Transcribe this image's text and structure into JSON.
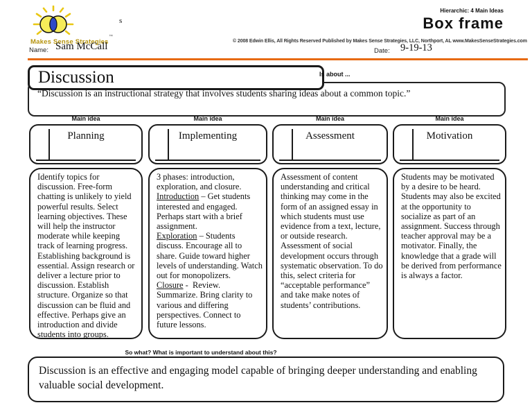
{
  "colors": {
    "accent_orange": "#e7690f",
    "brand_gold": "#b5930e",
    "logo_yellow": "#e9c713",
    "logo_blue": "#2d49c8"
  },
  "header": {
    "brand": "Makes Sense Strategies",
    "tm_symbol": "™",
    "stray_character": "s",
    "hierarchic_label": "Hierarchic: 4 Main Ideas",
    "template_title": "Box frame",
    "copyright": "© 2008 Edwin Ellis, All Rights Reserved   Published by Makes Sense Strategies, LLC, Northport, AL   www.MakesSenseStrategies.com",
    "name_label": "Name:",
    "name_value": "Sam McCall",
    "date_label": "Date:",
    "date_value": "9-19-13"
  },
  "title_section": {
    "topic": "Discussion",
    "is_about_label": "Is about ...",
    "definition": "“Discussion is an instructional strategy that involves students sharing ideas about a common topic.”"
  },
  "main_idea_label": "Main idea",
  "columns": [
    {
      "title": "Planning",
      "details": [
        {
          "t": "Identify topics for discussion. Free-form chatting is unlikely to yield powerful results. Select learning objectives. These will help the instructor moderate while keeping track of learning progress. Establishing background is essential. Assign research or deliver a lecture prior to discussion. Establish structure. Organize so that discussion can be fluid and effective. Perhaps give an introduction and divide students into groups."
        }
      ]
    },
    {
      "title": "Implementing",
      "details": [
        {
          "t": "3 phases: introduction, exploration, and closure.\n"
        },
        {
          "t": "Introduction",
          "u": true
        },
        {
          "t": " – Get students interested and engaged. Perhaps start with a brief assignment.\n"
        },
        {
          "t": "Exploration",
          "u": true
        },
        {
          "t": " – Students discuss. Encourage all to share. Guide toward higher levels of understanding. Watch out for monopolizers.\n"
        },
        {
          "t": "Closure",
          "u": true
        },
        {
          "t": " -  Review. Summarize. Bring clarity to various and differing perspectives. Connect to future lessons."
        }
      ]
    },
    {
      "title": "Assessment",
      "details": [
        {
          "t": "Assessment of content understanding and critical thinking may come in the form of an assigned essay in which students must use evidence from a text, lecture, or outside research. Assessment of social development occurs through systematic observation. To do this, select criteria for “acceptable performance” and take make notes of students’ contributions."
        }
      ]
    },
    {
      "title": "Motivation",
      "details": [
        {
          "t": "Students may be motivated by a desire to be heard. Students may also be excited at the opportunity to socialize as part of an assignment. Success through teacher approval may be a motivator. Finally, the knowledge that a grade will be derived from performance is always a factor."
        }
      ]
    }
  ],
  "footer": {
    "prompt": "So what? What is important to understand about this?",
    "summary": "Discussion is an effective and engaging model capable of bringing deeper understanding and enabling valuable social development."
  }
}
